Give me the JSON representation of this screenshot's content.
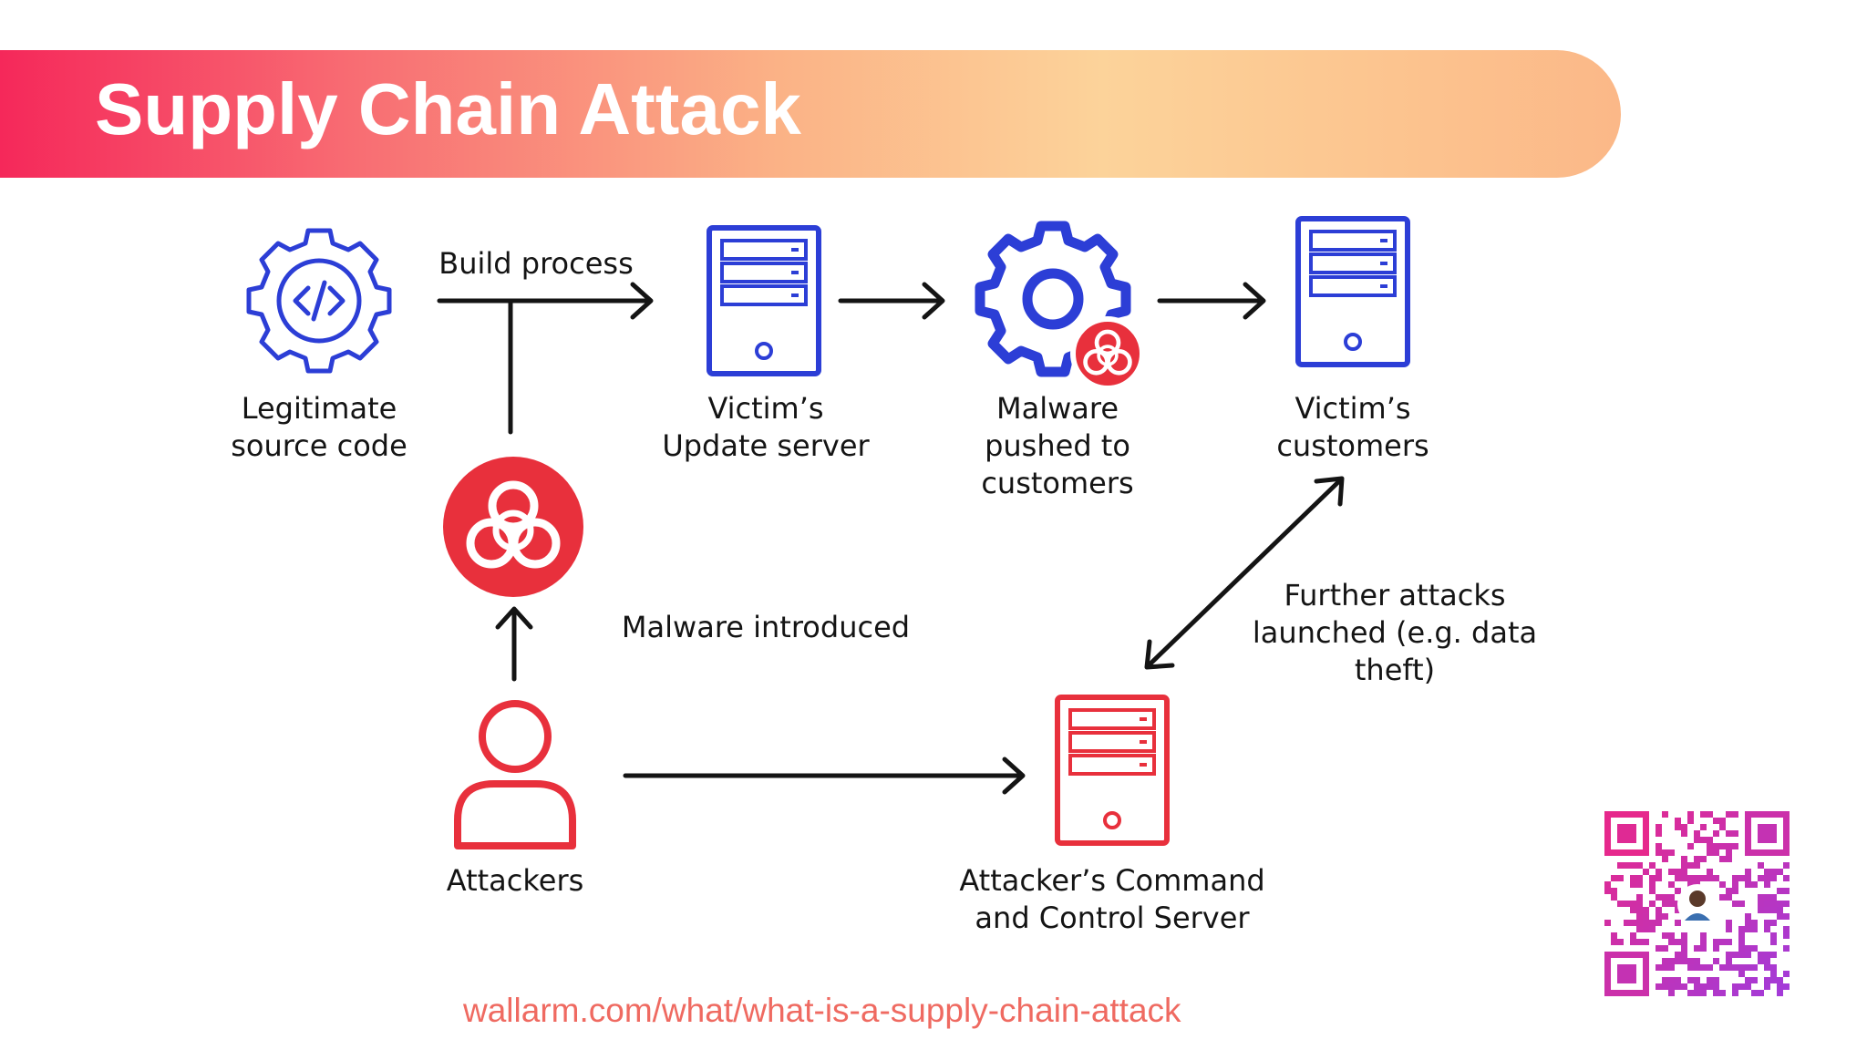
{
  "title": "Supply Chain Attack",
  "nodes": {
    "source_code": "Legitimate\nsource code",
    "update_server": "Victim’s\nUpdate server",
    "malware_pushed": "Malware\npushed to\ncustomers",
    "customers": "Victim’s\ncustomers",
    "attackers": "Attackers",
    "c2_server": "Attacker’s Command\nand Control Server"
  },
  "edges": {
    "build_process": "Build process",
    "malware_introduced": "Malware introduced",
    "further_attacks": "Further attacks\nlaunched (e.g. data\ntheft)"
  },
  "source_url": "wallarm.com/what/what-is-a-supply-chain-attack",
  "colors": {
    "blue": "#2c3ed6",
    "red": "#e8303c",
    "arrow": "#141414",
    "url": "#ef6a61"
  },
  "icons": {
    "source_code": "code-gear-icon",
    "update_server": "server-icon",
    "malware_pushed": "gear-biohazard-icon",
    "customers": "server-icon",
    "malware": "biohazard-icon",
    "attackers": "person-icon",
    "c2_server": "server-icon",
    "qr": "qr-code-icon"
  }
}
